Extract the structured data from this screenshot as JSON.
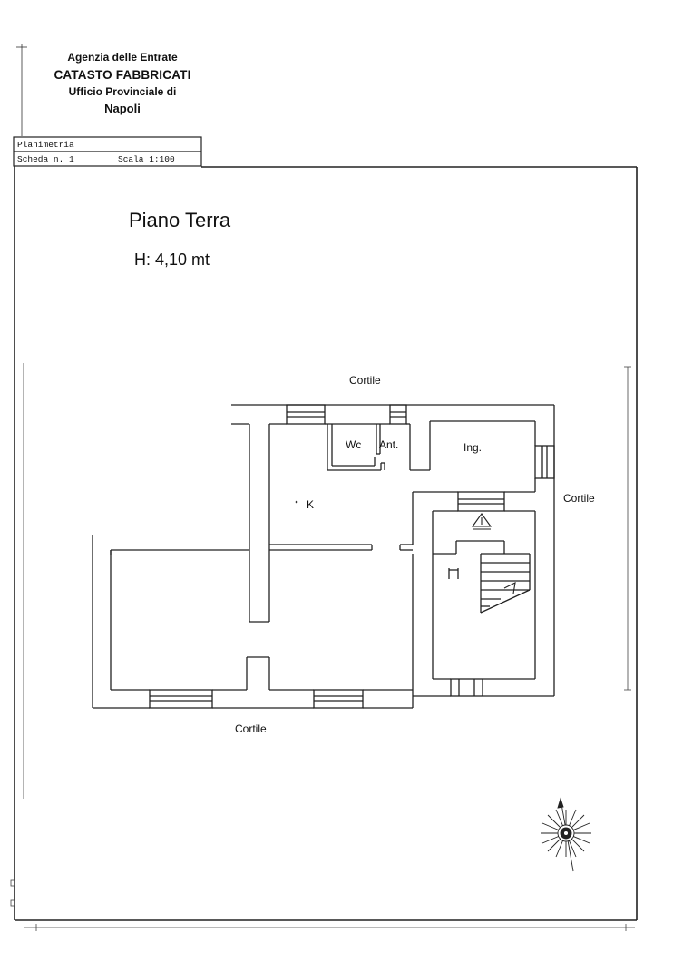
{
  "header": {
    "line1": "Agenzia delle Entrate",
    "line2": "CATASTO FABBRICATI",
    "line3": "Ufficio Provinciale di",
    "line4": "Napoli"
  },
  "title_block": {
    "type": "Planimetria",
    "sheet": "Scheda n. 1",
    "scale": "Scala 1:100"
  },
  "plan": {
    "floor": "Piano Terra",
    "height": "H: 4,10 mt"
  },
  "surroundings": {
    "top": "Cortile",
    "right": "Cortile",
    "bottom": "Cortile"
  },
  "rooms": {
    "wc": "Wc",
    "ant": "Ant.",
    "ing": "Ing.",
    "k": "K"
  },
  "colors": {
    "ink": "#111111",
    "wall": "#222222",
    "paper": "#ffffff"
  },
  "icons": [
    "compass-rose-icon",
    "stair-arrow-icon"
  ]
}
